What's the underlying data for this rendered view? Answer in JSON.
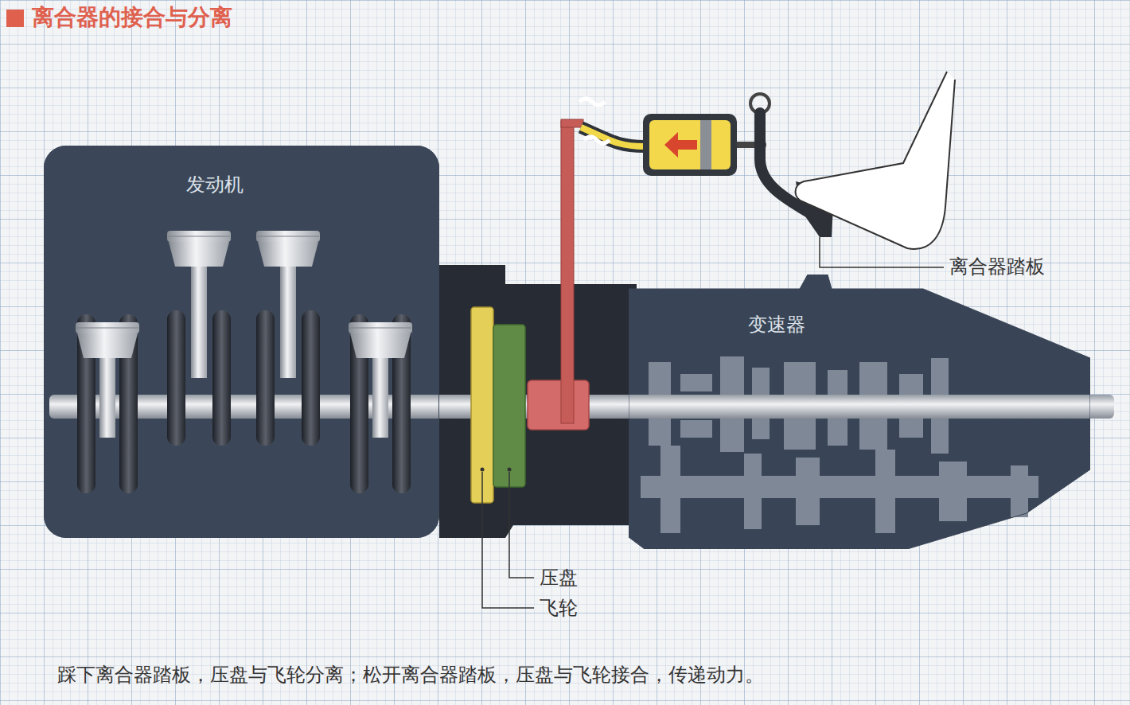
{
  "diagram": {
    "title": "离合器的接合与分离",
    "caption": "踩下离合器踏板，压盘与飞轮分离；松开离合器踏板，压盘与飞轮接合，传递动力。",
    "nodes": [
      {
        "text": [
          "发动机"
        ]
      },
      {
        "text": [
          "变速器"
        ]
      }
    ],
    "labels": [
      "离合器踏板",
      "压盘",
      "飞轮"
    ]
  }
}
